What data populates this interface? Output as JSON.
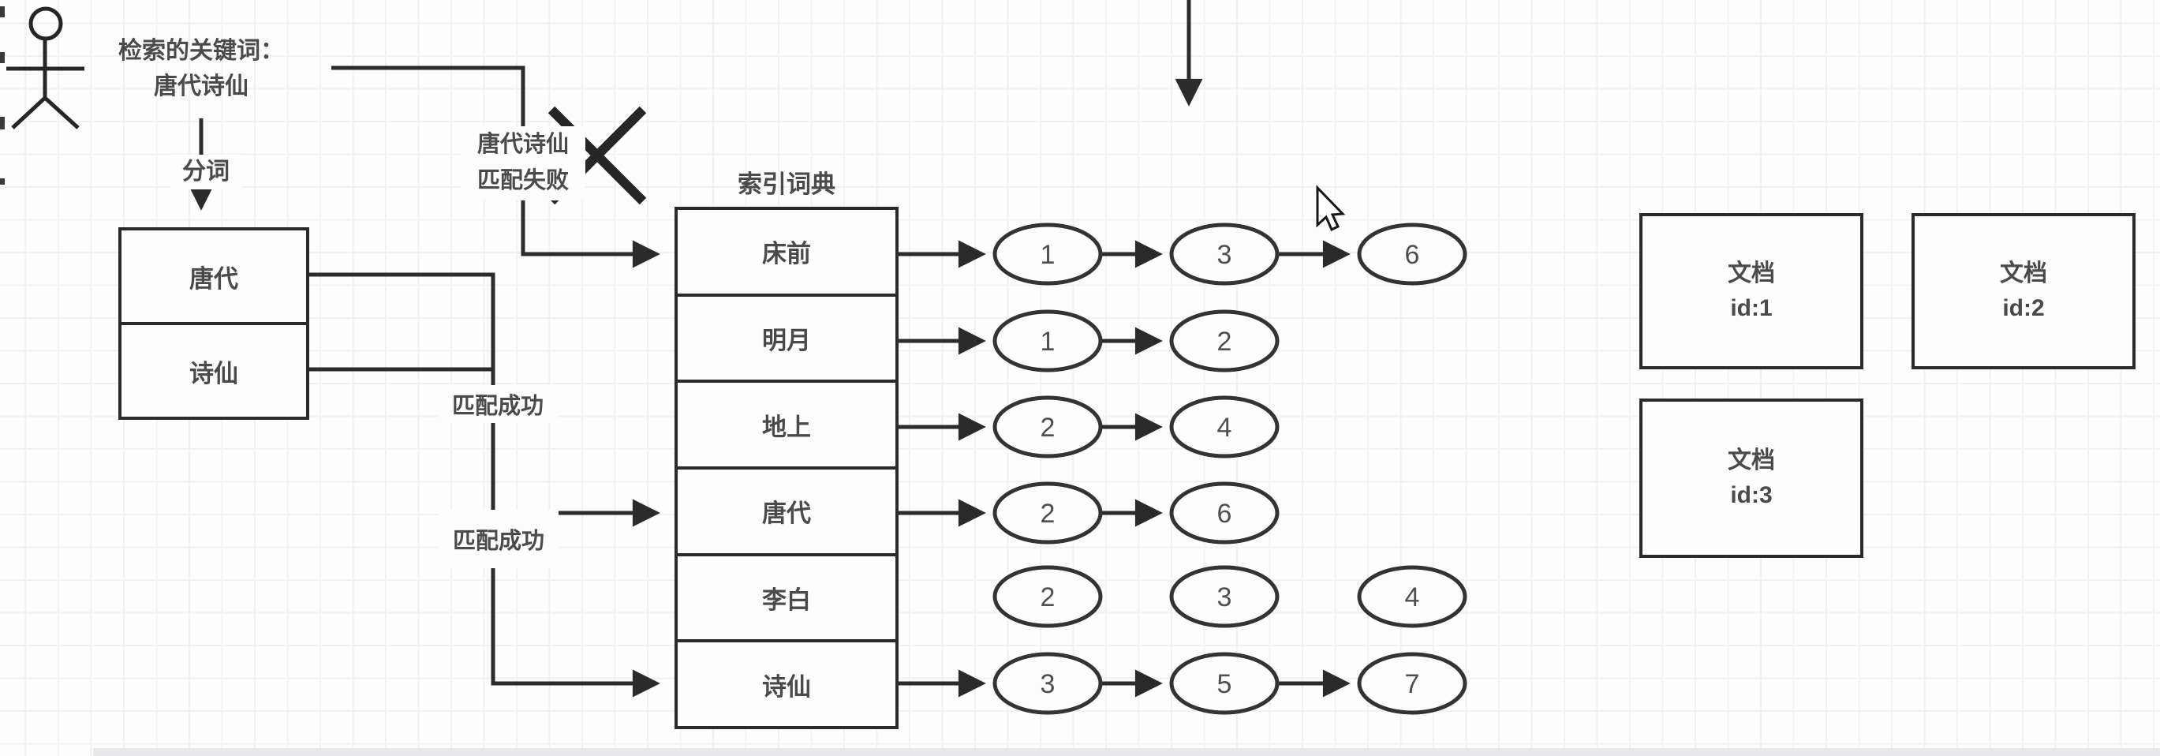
{
  "query": {
    "keywords_label": "检索的关键词：",
    "keywords_value": "唐代诗仙",
    "segment_label": "分词",
    "terms": [
      "唐代",
      "诗仙"
    ]
  },
  "match_fail": {
    "line1": "唐代诗仙",
    "line2": "匹配失败"
  },
  "match_success_labels": [
    "匹配成功",
    "匹配成功"
  ],
  "index_dictionary": {
    "title": "索引词典",
    "rows": [
      {
        "term": "床前",
        "postings": [
          1,
          3,
          6
        ],
        "linked": true,
        "arrow_from_table": true
      },
      {
        "term": "明月",
        "postings": [
          1,
          2
        ],
        "linked": true,
        "arrow_from_table": true
      },
      {
        "term": "地上",
        "postings": [
          2,
          4
        ],
        "linked": true,
        "arrow_from_table": true
      },
      {
        "term": "唐代",
        "postings": [
          2,
          6
        ],
        "linked": true,
        "arrow_from_table": true
      },
      {
        "term": "李白",
        "postings": [
          2,
          3,
          4
        ],
        "linked": false,
        "arrow_from_table": false
      },
      {
        "term": "诗仙",
        "postings": [
          3,
          5,
          7
        ],
        "linked": true,
        "arrow_from_table": true
      }
    ]
  },
  "documents": [
    {
      "line1": "文档",
      "line2": "id:1"
    },
    {
      "line1": "文档",
      "line2": "id:2"
    },
    {
      "line1": "文档",
      "line2": "id:3"
    }
  ],
  "icons": {
    "actor": "actor-icon",
    "x_mark": "x-mark-icon",
    "cursor": "mouse-cursor-icon",
    "down_arrow": "down-arrow-icon"
  },
  "colors": {
    "stroke": "#2b2b2b",
    "text": "#4a4a4a",
    "canvas": "#fdfdfd",
    "grid": "#f1f1f3",
    "scrollbar": "#e9e9eb"
  }
}
